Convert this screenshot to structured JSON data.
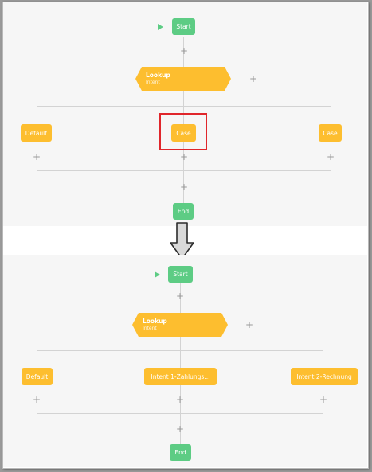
{
  "top_flow": {
    "start_label": "Start",
    "lookup_title": "Lookup",
    "lookup_subtitle": "Intent",
    "default_label": "Default",
    "case_middle_label": "Case",
    "case_right_label": "Case",
    "end_label": "End",
    "plus_symbol": "+"
  },
  "bottom_flow": {
    "start_label": "Start",
    "lookup_title": "Lookup",
    "lookup_subtitle": "Intent",
    "default_label": "Default",
    "intent1_label": "Intent 1-Zahlungs...",
    "intent2_label": "Intent 2-Rechnung",
    "end_label": "End",
    "plus_symbol": "+"
  },
  "colors": {
    "start_end_node": "#5dcc84",
    "branch_node": "#fdbe2f",
    "highlight": "#e0262b",
    "connector": "#d3d3d3"
  },
  "icons": {
    "start_marker": "play-triangle-icon",
    "transition": "down-arrow-icon"
  }
}
